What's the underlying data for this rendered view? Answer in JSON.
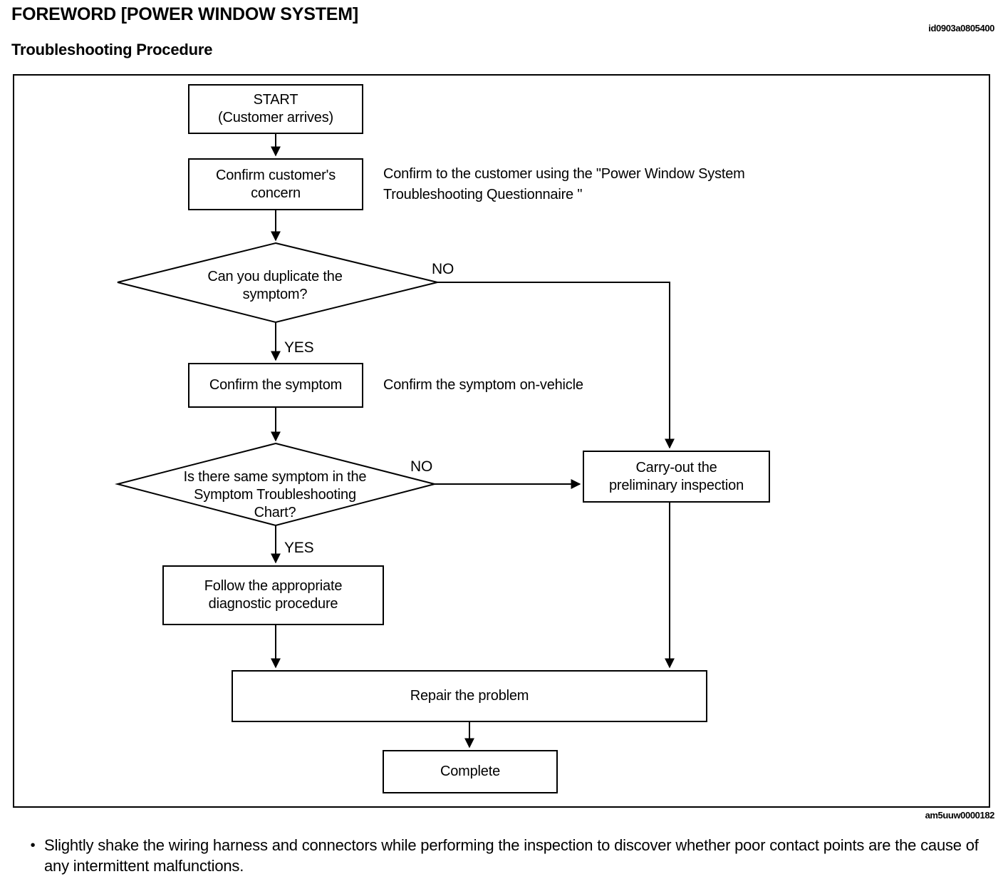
{
  "header": {
    "title": "FOREWORD [POWER WINDOW SYSTEM]",
    "section": "Troubleshooting Procedure",
    "doc_id_top": "id0903a0805400"
  },
  "figure": {
    "doc_id_bottom": "am5uuw0000182",
    "boxes": {
      "start": {
        "line1": "START",
        "line2": "(Customer arrives)"
      },
      "confirm_concern": {
        "line1": "Confirm customer's",
        "line2": "concern"
      },
      "confirm_symptom": {
        "line1": "Confirm the symptom",
        "line2": ""
      },
      "carry_out": {
        "line1": "Carry-out the",
        "line2": "preliminary inspection"
      },
      "follow_procedure": {
        "line1": "Follow the appropriate",
        "line2": "diagnostic procedure"
      },
      "repair": {
        "line1": "Repair the problem",
        "line2": ""
      },
      "complete": {
        "line1": "Complete",
        "line2": ""
      }
    },
    "decisions": {
      "duplicate_symptom": {
        "line1": "Can you duplicate the",
        "line2": "symptom?",
        "line3": ""
      },
      "symptom_chart": {
        "line1": "Is there same symptom in the",
        "line2": "Symptom Troubleshooting",
        "line3": "Chart?"
      }
    },
    "branches": {
      "no_1": "NO",
      "yes_1": "YES",
      "no_2": "NO",
      "yes_2": "YES"
    },
    "annotations": {
      "questionnaire_line1": "Confirm to the customer using the \"Power Window System",
      "questionnaire_line2": "Troubleshooting Questionnaire \"",
      "on_vehicle": "Confirm the symptom on-vehicle"
    }
  },
  "footnote": {
    "bullet": "•",
    "text": "Slightly shake the wiring harness and connectors while performing the inspection to discover whether poor contact points are the cause of any intermittent malfunctions."
  },
  "colors": {
    "ink": "#000000",
    "paper": "#ffffff"
  }
}
